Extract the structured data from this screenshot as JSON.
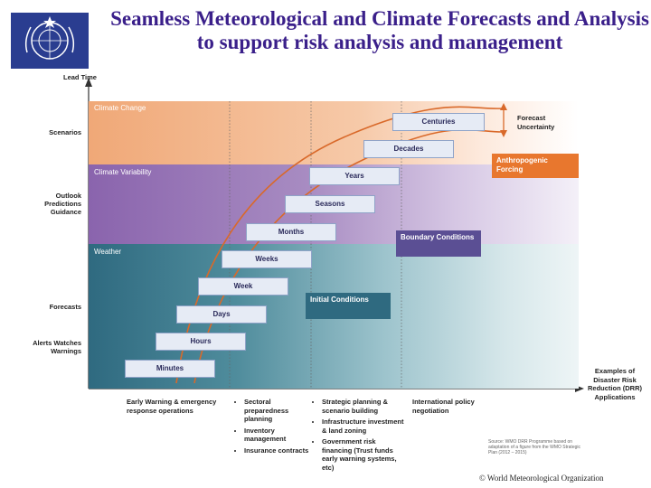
{
  "title": "Seamless Meteorological and Climate Forecasts and Analysis to support risk analysis and management",
  "y_axis_label": "Lead Time",
  "x_axis_label": "Examples of Disaster Risk Reduction (DRR) Applications",
  "bands": {
    "climate_change": "Climate Change",
    "climate_variability": "Climate Variability",
    "weather": "Weather"
  },
  "left_labels": {
    "scenarios": "Scenarios",
    "outlook": "Outlook Predictions Guidance",
    "forecasts": "Forecasts",
    "alerts": "Alerts Watches Warnings"
  },
  "timescales": [
    "Minutes",
    "Hours",
    "Days",
    "Week",
    "Weeks",
    "Months",
    "Seasons",
    "Years",
    "Decades",
    "Centuries"
  ],
  "annotations": {
    "forecast_uncertainty": "Forecast Uncertainty",
    "anthropogenic_forcing": "Anthropogenic Forcing",
    "boundary_conditions": "Boundary Conditions",
    "initial_conditions": "Initial Conditions"
  },
  "applications": {
    "col1": "Early Warning & emergency response operations",
    "col2": [
      "Sectoral preparedness planning",
      "Inventory management",
      "Insurance contracts"
    ],
    "col3": [
      "Strategic planning & scenario building",
      "Infrastructure investment & land zoning",
      "Government risk financing (Trust funds early warning systems, etc)"
    ],
    "col4": "International policy negotiation"
  },
  "source_note": "Source: WMO DRR Programme based on adaptation of a figure from the WMO Strategic Plan (2012 – 2015)",
  "credit": "© World Meteorological Organization",
  "colors": {
    "title": "#3a1f8a",
    "climate_change": "#f0a877",
    "climate_variability": "#8a64ad",
    "weather": "#2f6a80",
    "anthropogenic": "#e8772e",
    "boundary": "#5b4f94",
    "initial": "#2f6a80",
    "curves": "#d9692a"
  }
}
